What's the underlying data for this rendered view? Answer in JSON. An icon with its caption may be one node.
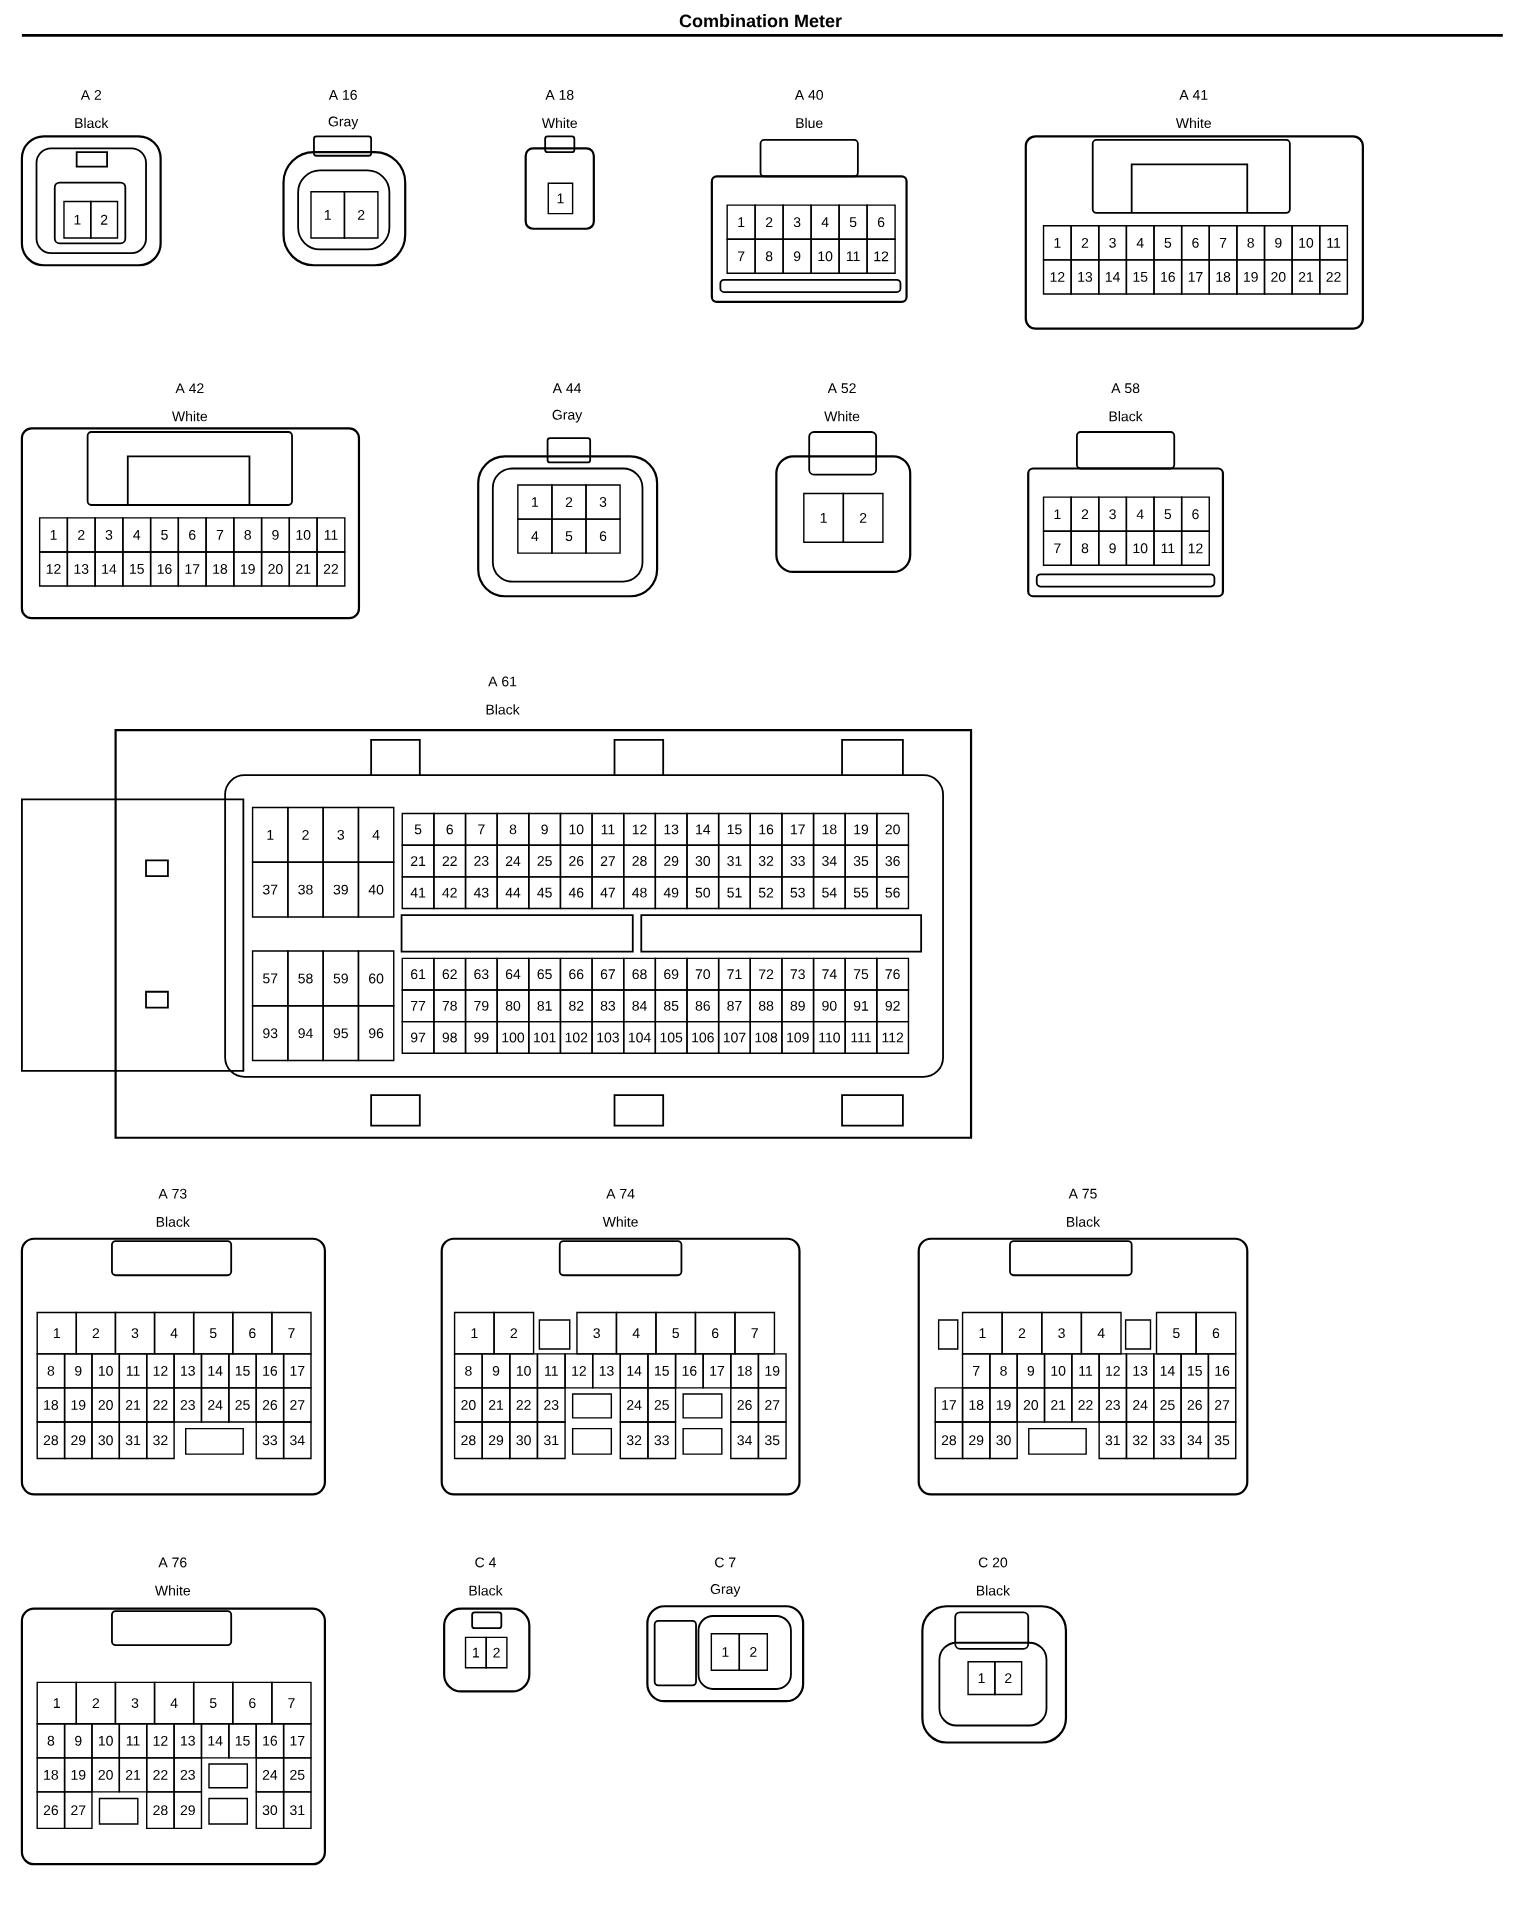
{
  "diagram": {
    "title": "Combination Meter",
    "nodes": [
      {
        "text": [
          "A 2",
          "Black",
          "1",
          "2"
        ]
      },
      {
        "text": [
          "A 16",
          "Gray",
          "1",
          "2"
        ]
      },
      {
        "text": [
          "A 18",
          "White",
          "1"
        ]
      },
      {
        "text": [
          "A 40",
          "Blue",
          "1",
          "2",
          "3",
          "4",
          "5",
          "6",
          "7",
          "8",
          "9",
          "10",
          "11",
          "12"
        ]
      },
      {
        "text": [
          "A 41",
          "White",
          "1",
          "2",
          "3",
          "4",
          "5",
          "6",
          "7",
          "8",
          "9",
          "10",
          "11",
          "12",
          "13",
          "14",
          "15",
          "16",
          "17",
          "18",
          "19",
          "20",
          "21",
          "22"
        ]
      },
      {
        "text": [
          "A 42",
          "White",
          "1",
          "2",
          "3",
          "4",
          "5",
          "6",
          "7",
          "8",
          "9",
          "10",
          "11",
          "12",
          "13",
          "14",
          "15",
          "16",
          "17",
          "18",
          "19",
          "20",
          "21",
          "22"
        ]
      },
      {
        "text": [
          "A 44",
          "Gray",
          "1",
          "2",
          "3",
          "4",
          "5",
          "6"
        ]
      },
      {
        "text": [
          "A 52",
          "White",
          "1",
          "2"
        ]
      },
      {
        "text": [
          "A 58",
          "Black",
          "1",
          "2",
          "3",
          "4",
          "5",
          "6",
          "7",
          "8",
          "9",
          "10",
          "11",
          "12"
        ]
      },
      {
        "text": [
          "A 61",
          "Black",
          "1",
          "2",
          "3",
          "4",
          "37",
          "38",
          "39",
          "40",
          "5",
          "6",
          "7",
          "8",
          "9",
          "10",
          "11",
          "12",
          "13",
          "14",
          "15",
          "16",
          "17",
          "18",
          "19",
          "20",
          "21",
          "22",
          "23",
          "24",
          "25",
          "26",
          "27",
          "28",
          "29",
          "30",
          "31",
          "32",
          "33",
          "34",
          "35",
          "36",
          "41",
          "42",
          "43",
          "44",
          "45",
          "46",
          "47",
          "48",
          "49",
          "50",
          "51",
          "52",
          "53",
          "54",
          "55",
          "56",
          "57",
          "58",
          "59",
          "60",
          "93",
          "94",
          "95",
          "96",
          "61",
          "62",
          "63",
          "64",
          "65",
          "66",
          "67",
          "68",
          "69",
          "70",
          "71",
          "72",
          "73",
          "74",
          "75",
          "76",
          "77",
          "78",
          "79",
          "80",
          "81",
          "82",
          "83",
          "84",
          "85",
          "86",
          "87",
          "88",
          "89",
          "90",
          "91",
          "92",
          "97",
          "98",
          "99",
          "100",
          "101",
          "102",
          "103",
          "104",
          "105",
          "106",
          "107",
          "108",
          "109",
          "110",
          "111",
          "112"
        ]
      },
      {
        "text": [
          "A 73",
          "Black",
          "1",
          "2",
          "3",
          "4",
          "5",
          "6",
          "7",
          "8",
          "9",
          "10",
          "11",
          "12",
          "13",
          "14",
          "15",
          "16",
          "17",
          "18",
          "19",
          "20",
          "21",
          "22",
          "23",
          "24",
          "25",
          "26",
          "27",
          "28",
          "29",
          "30",
          "31",
          "32",
          "33",
          "34"
        ]
      },
      {
        "text": [
          "A 74",
          "White",
          "1",
          "2",
          "3",
          "4",
          "5",
          "6",
          "7",
          "8",
          "9",
          "10",
          "11",
          "12",
          "13",
          "14",
          "15",
          "16",
          "17",
          "18",
          "19",
          "20",
          "21",
          "22",
          "23",
          "24",
          "25",
          "26",
          "27",
          "28",
          "29",
          "30",
          "31",
          "32",
          "33",
          "34",
          "35"
        ]
      },
      {
        "text": [
          "A 75",
          "Black",
          "1",
          "2",
          "3",
          "4",
          "5",
          "6",
          "7",
          "8",
          "9",
          "10",
          "11",
          "12",
          "13",
          "14",
          "15",
          "16",
          "17",
          "18",
          "19",
          "20",
          "21",
          "22",
          "23",
          "24",
          "25",
          "26",
          "27",
          "28",
          "29",
          "30",
          "31",
          "32",
          "33",
          "34",
          "35"
        ]
      },
      {
        "text": [
          "A 76",
          "White",
          "1",
          "2",
          "3",
          "4",
          "5",
          "6",
          "7",
          "8",
          "9",
          "10",
          "11",
          "12",
          "13",
          "14",
          "15",
          "16",
          "17",
          "18",
          "19",
          "20",
          "21",
          "22",
          "23",
          "24",
          "25",
          "26",
          "27",
          "28",
          "29",
          "30",
          "31"
        ]
      },
      {
        "text": [
          "C 4",
          "Black",
          "1",
          "2"
        ]
      },
      {
        "text": [
          "C 7",
          "Gray",
          "1",
          "2"
        ]
      },
      {
        "text": [
          "C 20",
          "Black",
          "1",
          "2"
        ]
      }
    ]
  }
}
